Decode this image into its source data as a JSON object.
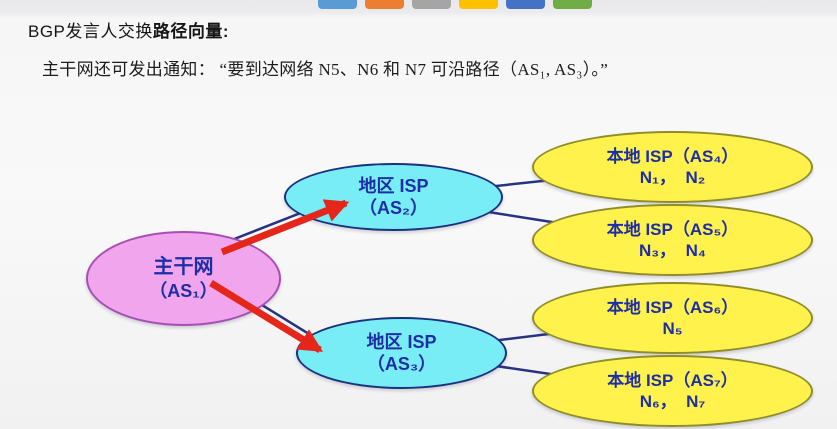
{
  "header": {
    "title_prefix": "BGP发言人交换",
    "title_emphasis": "路径向量:",
    "announcement": "主干网还可发出通知： “要到达网络 N5、N6 和 N7 可沿路径（AS₁, AS₃）。”"
  },
  "toolbar_strip": {
    "swatches": [
      {
        "name": "blue",
        "color": "#5B9BD5"
      },
      {
        "name": "orange",
        "color": "#ED7D31"
      },
      {
        "name": "gray",
        "color": "#A5A5A5"
      },
      {
        "name": "yellow",
        "color": "#FFC000"
      },
      {
        "name": "dark-blue",
        "color": "#4472C4"
      },
      {
        "name": "green",
        "color": "#70AD47"
      }
    ]
  },
  "diagram": {
    "label_color": "#1D2EA6",
    "link_color": "#273382",
    "arrow_color": "#E5271B",
    "nodes": [
      {
        "id": "AS1",
        "role": "backbone",
        "line1": "主干网",
        "line2": "（AS₁）",
        "fill": "#F0A5EC",
        "border": "#A74FB5"
      },
      {
        "id": "AS2",
        "role": "regional-isp",
        "line1": "地区 ISP",
        "line2": "（AS₂）",
        "fill": "#79EDF6",
        "border": "#1A327E"
      },
      {
        "id": "AS3",
        "role": "regional-isp",
        "line1": "地区 ISP",
        "line2": "（AS₃）",
        "fill": "#79EDF6",
        "border": "#1A327E"
      },
      {
        "id": "AS4",
        "role": "local-isp",
        "line1": "本地 ISP（AS₄）",
        "line2": "N₁，  N₂",
        "fill": "#FFF24C",
        "border": "#8F8D2A"
      },
      {
        "id": "AS5",
        "role": "local-isp",
        "line1": "本地 ISP（AS₅）",
        "line2": "N₃，  N₄",
        "fill": "#FFF24C",
        "border": "#8F8D2A"
      },
      {
        "id": "AS6",
        "role": "local-isp",
        "line1": "本地 ISP（AS₆）",
        "line2": "N₅",
        "fill": "#FFF24C",
        "border": "#8F8D2A"
      },
      {
        "id": "AS7",
        "role": "local-isp",
        "line1": "本地 ISP（AS₇）",
        "line2": "N₆，  N₇",
        "fill": "#FFF24C",
        "border": "#8F8D2A"
      }
    ]
  }
}
